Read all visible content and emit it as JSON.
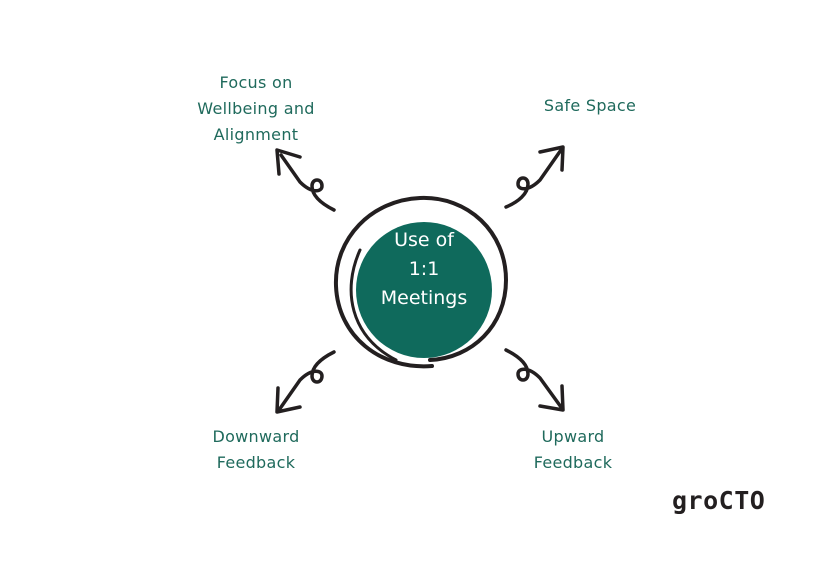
{
  "center": {
    "lines": [
      "Use of",
      "1:1",
      "Meetings"
    ]
  },
  "branches": [
    {
      "id": "top-left",
      "lines": [
        "Focus on",
        "Wellbeing and",
        "Alignment"
      ]
    },
    {
      "id": "top-right",
      "lines": [
        "Safe Space"
      ]
    },
    {
      "id": "bottom-left",
      "lines": [
        "Downward",
        "Feedback"
      ]
    },
    {
      "id": "bottom-right",
      "lines": [
        "Upward",
        "Feedback"
      ]
    }
  ],
  "brand": {
    "logo_text": "groCTO"
  },
  "colors": {
    "teal": "#0f6a5c",
    "ink": "#231f20",
    "label": "#1f6a5c",
    "background": "#ffffff"
  }
}
